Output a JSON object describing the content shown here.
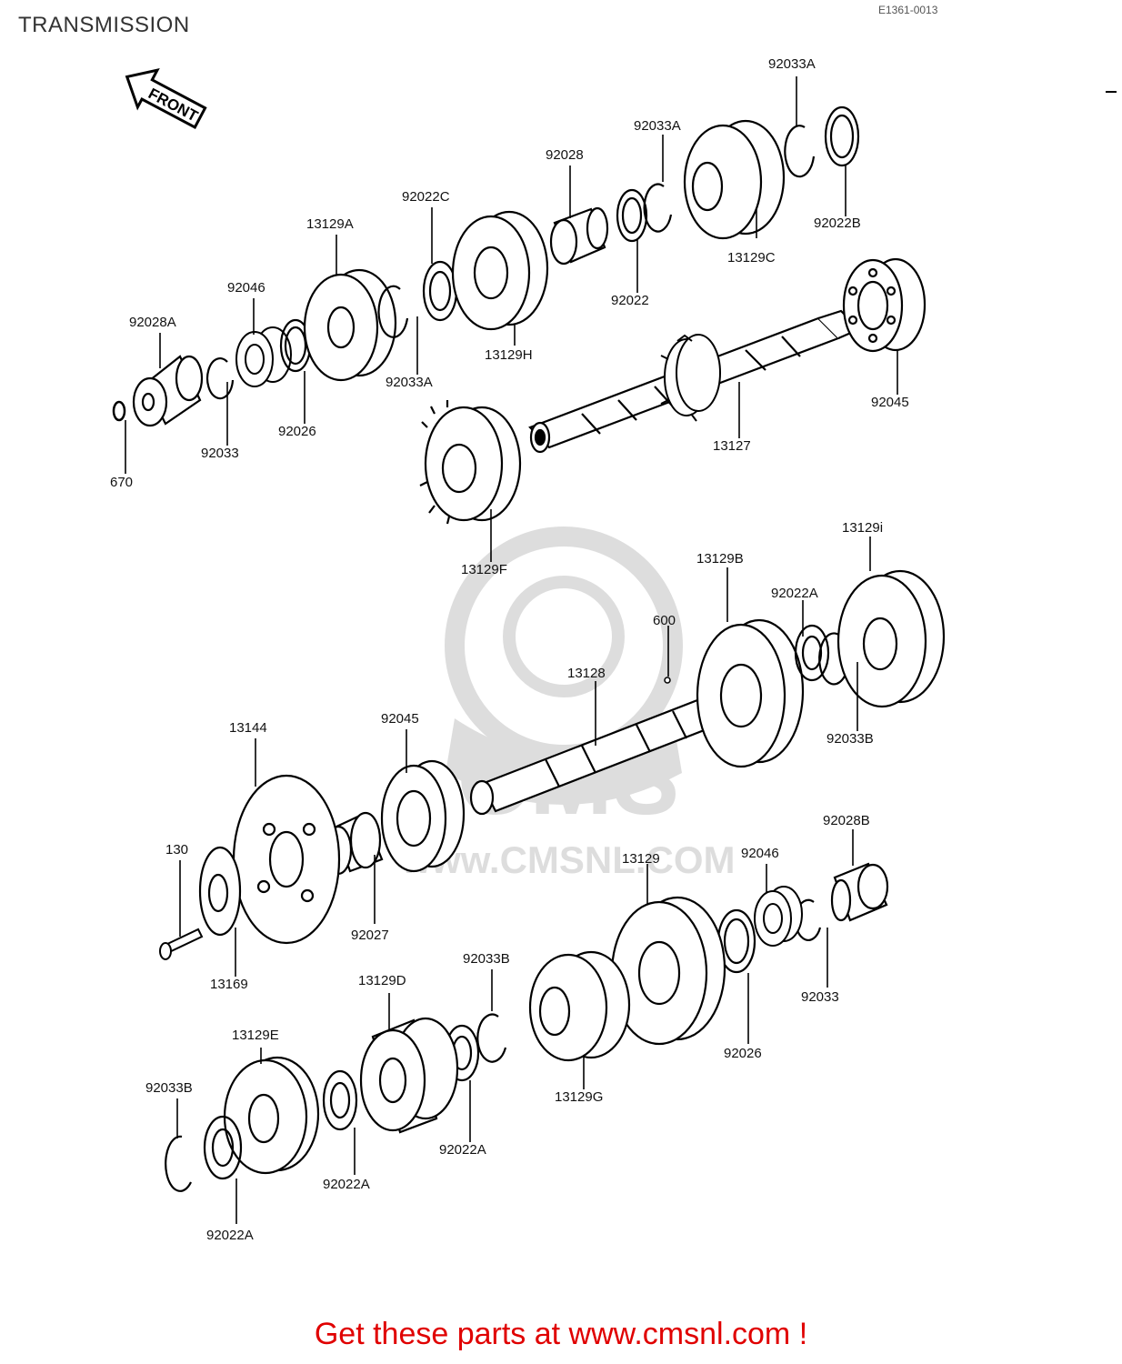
{
  "header": {
    "title": "TRANSMISSION",
    "diagram_code": "E1361-0013"
  },
  "front_arrow_label": "FRONT",
  "watermark": {
    "site_text": "www.CMSNL.COM",
    "logo_text": "CMS"
  },
  "footer": {
    "text": "Get these parts at www.cmsnl.com !",
    "color": "#e00000"
  },
  "parts": [
    {
      "key": "p_92033A_top",
      "label": "92033A"
    },
    {
      "key": "p_92033A_mid",
      "label": "92033A"
    },
    {
      "key": "p_92028",
      "label": "92028"
    },
    {
      "key": "p_92022C",
      "label": "92022C"
    },
    {
      "key": "p_13129A",
      "label": "13129A"
    },
    {
      "key": "p_92022B",
      "label": "92022B"
    },
    {
      "key": "p_13129C",
      "label": "13129C"
    },
    {
      "key": "p_92046_top",
      "label": "92046"
    },
    {
      "key": "p_92022",
      "label": "92022"
    },
    {
      "key": "p_92028A",
      "label": "92028A"
    },
    {
      "key": "p_92033A_low",
      "label": "92033A"
    },
    {
      "key": "p_13129H",
      "label": "13129H"
    },
    {
      "key": "p_92026_top",
      "label": "92026"
    },
    {
      "key": "p_92033_top",
      "label": "92033"
    },
    {
      "key": "p_92045_top",
      "label": "92045"
    },
    {
      "key": "p_13127",
      "label": "13127"
    },
    {
      "key": "p_670",
      "label": "670"
    },
    {
      "key": "p_13129F",
      "label": "13129F"
    },
    {
      "key": "p_13129i",
      "label": "13129i"
    },
    {
      "key": "p_13129B",
      "label": "13129B"
    },
    {
      "key": "p_92022A_right",
      "label": "92022A"
    },
    {
      "key": "p_600",
      "label": "600"
    },
    {
      "key": "p_13128",
      "label": "13128"
    },
    {
      "key": "p_92033B_right",
      "label": "92033B"
    },
    {
      "key": "p_13144",
      "label": "13144"
    },
    {
      "key": "p_92045_low",
      "label": "92045"
    },
    {
      "key": "p_92028B",
      "label": "92028B"
    },
    {
      "key": "p_130",
      "label": "130"
    },
    {
      "key": "p_92046_low",
      "label": "92046"
    },
    {
      "key": "p_13129",
      "label": "13129"
    },
    {
      "key": "p_92027",
      "label": "92027"
    },
    {
      "key": "p_13169",
      "label": "13169"
    },
    {
      "key": "p_92033B_mid",
      "label": "92033B"
    },
    {
      "key": "p_13129D",
      "label": "13129D"
    },
    {
      "key": "p_92033_low",
      "label": "92033"
    },
    {
      "key": "p_13129E",
      "label": "13129E"
    },
    {
      "key": "p_92026_low",
      "label": "92026"
    },
    {
      "key": "p_92033B_left",
      "label": "92033B"
    },
    {
      "key": "p_13129G",
      "label": "13129G"
    },
    {
      "key": "p_92022A_mid",
      "label": "92022A"
    },
    {
      "key": "p_92022A_low",
      "label": "92022A"
    },
    {
      "key": "p_92022A_left",
      "label": "92022A"
    }
  ]
}
